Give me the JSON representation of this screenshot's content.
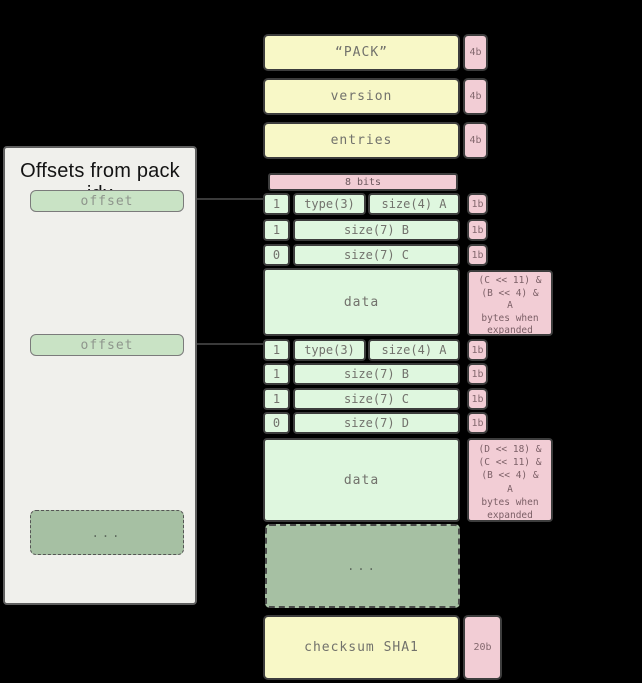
{
  "panel": {
    "title": "Offsets from pack idx",
    "offset_top": "offset",
    "offset_bottom": "offset",
    "ellipsis": "..."
  },
  "pack": {
    "pack_label": "“PACK”",
    "pack_size": "4b",
    "version_label": "version",
    "version_size": "4b",
    "entries_label": "entries",
    "entries_size": "4b",
    "bits_header": "8 bits",
    "entry1": {
      "row1": {
        "bit": "1",
        "type": "type(3)",
        "size": "size(4) A",
        "bytes": "1b"
      },
      "row2": {
        "bit": "1",
        "size": "size(7) B",
        "bytes": "1b"
      },
      "row3": {
        "bit": "0",
        "size": "size(7) C",
        "bytes": "1b"
      },
      "data_label": "data",
      "annotation": [
        "(C << 11) &",
        "(B << 4) &",
        "A",
        "bytes when",
        "expanded"
      ]
    },
    "entry2": {
      "row1": {
        "bit": "1",
        "type": "type(3)",
        "size": "size(4) A",
        "bytes": "1b"
      },
      "row2": {
        "bit": "1",
        "size": "size(7) B",
        "bytes": "1b"
      },
      "row3": {
        "bit": "1",
        "size": "size(7) C",
        "bytes": "1b"
      },
      "row4": {
        "bit": "0",
        "size": "size(7) D",
        "bytes": "1b"
      },
      "data_label": "data",
      "annotation": [
        "(D << 18) &",
        "(C << 11) &",
        "(B << 4) &",
        "A",
        "bytes when",
        "expanded"
      ]
    },
    "more_label": "...",
    "checksum_label": "checksum SHA1",
    "checksum_size": "20b"
  },
  "colors": {
    "background": "#000000",
    "header_box": "#f8f8c7",
    "size_tag": "#f2cdd5",
    "bit_cell": "#dff7df",
    "offset_box": "#c9e3c5",
    "ellipsis_box": "#a6c0a3",
    "panel_bg": "#f0f0ec"
  }
}
